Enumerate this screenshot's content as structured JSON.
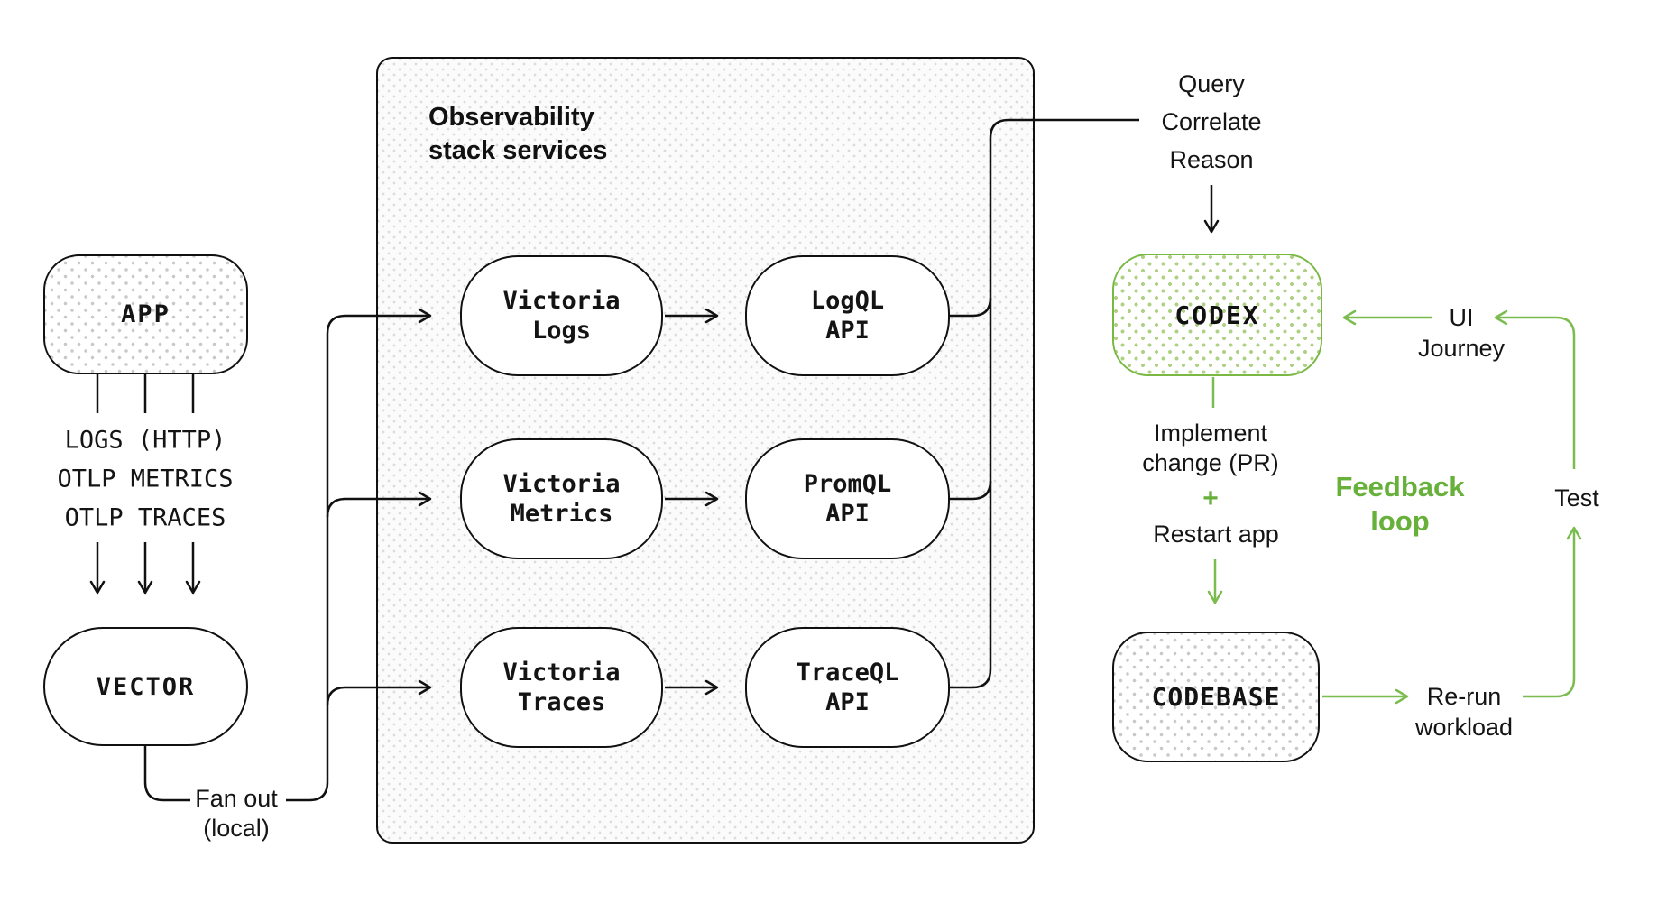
{
  "diagram_title": "Observability stack services",
  "colors": {
    "line_black": "#111111",
    "line_green": "#7abc4e",
    "text_green": "#67b03a",
    "codex_border_green": "#79b943"
  },
  "nodes": {
    "app": {
      "label": "APP"
    },
    "vector": {
      "label": "VECTOR"
    },
    "codex": {
      "label": "CODEX"
    },
    "codebase": {
      "label": "CODEBASE"
    }
  },
  "stack_box": {
    "title": "Observability\nstack services",
    "services": [
      {
        "label": "Victoria\nLogs"
      },
      {
        "label": "Victoria\nMetrics"
      },
      {
        "label": "Victoria\nTraces"
      }
    ],
    "apis": [
      {
        "label": "LogQL\nAPI"
      },
      {
        "label": "PromQL\nAPI"
      },
      {
        "label": "TraceQL\nAPI"
      }
    ]
  },
  "labels": {
    "app_outputs": "LOGS (HTTP)\nOTLP METRICS\nOTLP TRACES",
    "fan_out": "Fan out\n(local)",
    "query_stack": "Query\nCorrelate\nReason",
    "implement": "Implement\nchange (PR)",
    "plus": "+",
    "restart": "Restart app",
    "ui_journey": "UI\nJourney",
    "test": "Test",
    "rerun": "Re-run\nworkload",
    "feedback": "Feedback\nloop"
  }
}
